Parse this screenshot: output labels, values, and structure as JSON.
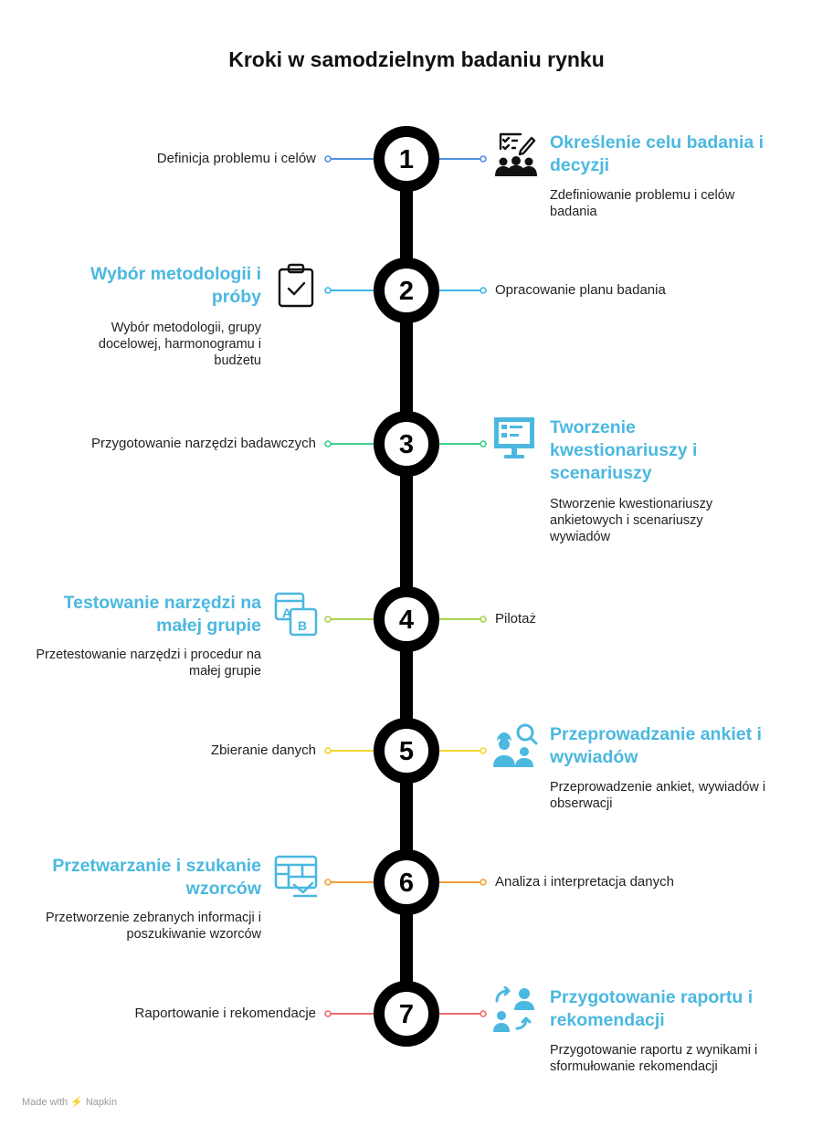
{
  "title": "Kroki w samodzielnym badaniu rynku",
  "steps": [
    {
      "number": "1",
      "color": "#4f8fe0",
      "side_label": "Definicja problemu i celów",
      "heading": "Określenie celu badania i decyzji",
      "description": "Zdefiniowanie problemu i celów badania",
      "icon": "survey-team-icon"
    },
    {
      "number": "2",
      "color": "#3fb3e8",
      "side_label": "Opracowanie planu badania",
      "heading": "Wybór metodologii i próby",
      "description": "Wybór metodologii, grupy docelowej, harmonogramu i budżetu",
      "icon": "clipboard-check-icon"
    },
    {
      "number": "3",
      "color": "#3dcf8a",
      "side_label": "Przygotowanie narzędzi badawczych",
      "heading": "Tworzenie kwestionariuszy i scenariuszy",
      "description": "Stworzenie kwestionariuszy ankietowych i scenariuszy wywiadów",
      "icon": "monitor-form-icon"
    },
    {
      "number": "4",
      "color": "#a6d44a",
      "side_label": "Pilotaż",
      "heading": "Testowanie narzędzi na małej grupie",
      "description": "Przetestowanie narzędzi i procedur na małej grupie",
      "icon": "ab-test-icon"
    },
    {
      "number": "5",
      "color": "#f2d52e",
      "side_label": "Zbieranie danych",
      "heading": "Przeprowadzanie ankiet i wywiadów",
      "description": "Przeprowadzenie ankiet, wywiadów i obserwacji",
      "icon": "people-search-icon"
    },
    {
      "number": "6",
      "color": "#f3a037",
      "side_label": "Analiza i interpretacja danych",
      "heading": "Przetwarzanie i szukanie wzorców",
      "description": "Przetworzenie zebranych informacji i poszukiwanie wzorców",
      "icon": "table-analysis-icon"
    },
    {
      "number": "7",
      "color": "#f06a6a",
      "side_label": "Raportowanie i rekomendacje",
      "heading": "Przygotowanie raportu i rekomendacji",
      "description": "Przygotowanie raportu z wynikami i sformułowanie rekomendacji",
      "icon": "people-exchange-icon"
    }
  ],
  "footer": {
    "made_with": "Made with",
    "brand": "Napkin"
  }
}
